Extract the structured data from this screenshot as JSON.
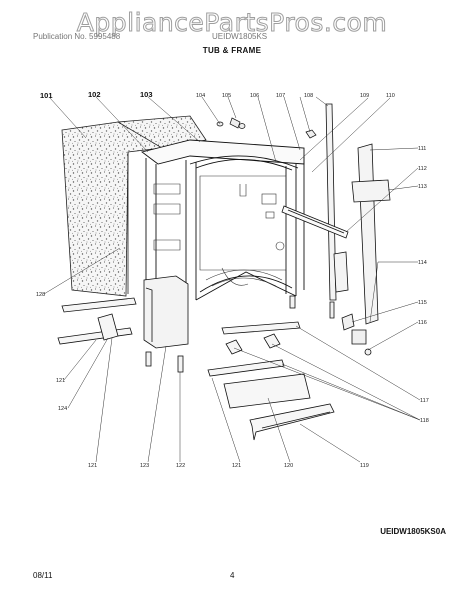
{
  "watermark": "AppliancePartsPros.com",
  "header": {
    "left": "Publication No. 5995488",
    "right": "UEIDW1805KS"
  },
  "title": "TUB & FRAME",
  "model": "UEIDW1805KS0A",
  "footer": {
    "date": "08/11",
    "page": "4"
  },
  "callouts": {
    "c101": "101",
    "c102": "102",
    "c103": "103",
    "c104": "104",
    "c105": "105",
    "c106": "106",
    "c107": "107",
    "c108": "108",
    "c109": "109",
    "c110": "110",
    "c111": "111",
    "c112": "112",
    "c113": "113",
    "c114": "114",
    "c115": "115",
    "c116": "116",
    "c117": "117",
    "c118": "118",
    "c119": "119",
    "c120": "120",
    "c121a": "121",
    "c121b": "121",
    "c121c": "121",
    "c122": "122",
    "c123": "123",
    "c124": "124",
    "c128": "128"
  }
}
